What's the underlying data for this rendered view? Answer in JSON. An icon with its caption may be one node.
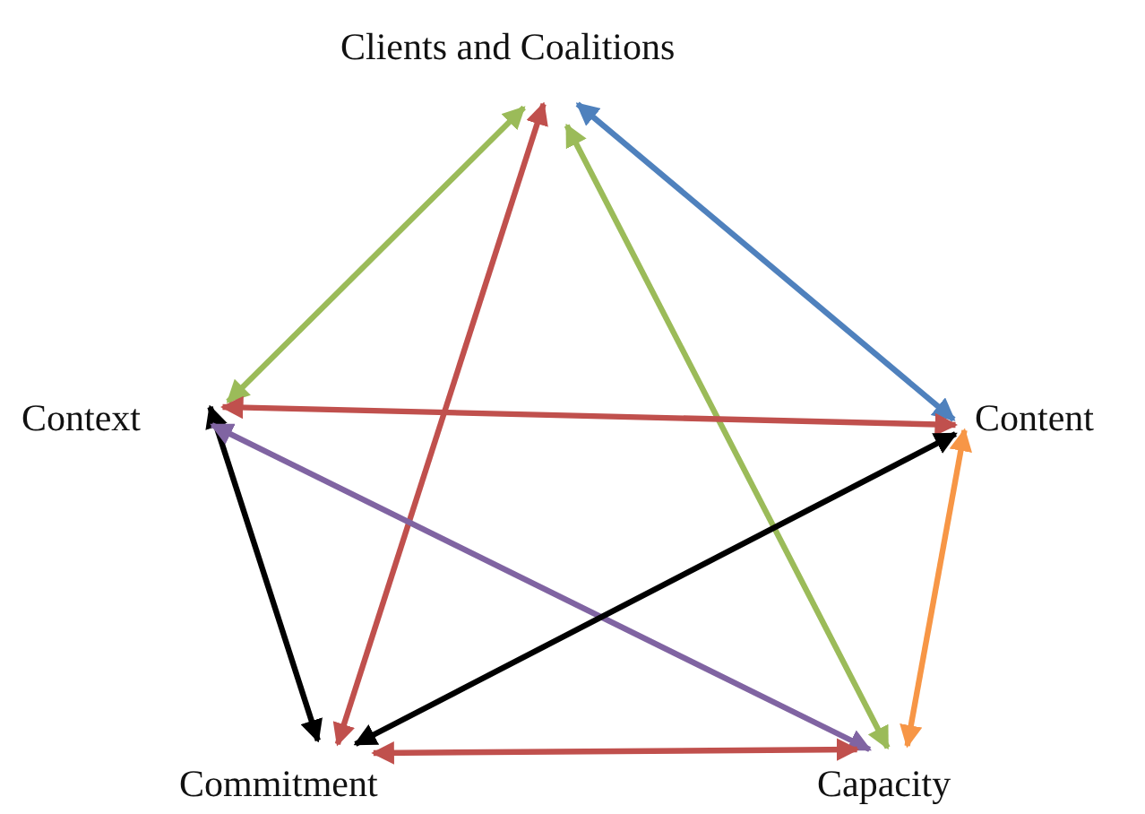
{
  "diagram": {
    "nodes": [
      {
        "text": [
          "Clients and Coalitions"
        ]
      },
      {
        "text": [
          "Context"
        ]
      },
      {
        "text": [
          "Content"
        ]
      },
      {
        "text": [
          "Commitment"
        ]
      },
      {
        "text": [
          "Capacity"
        ]
      }
    ],
    "edges": [
      {
        "from": 0,
        "to": 1,
        "arrow": "both",
        "color": "#9bbb59"
      },
      {
        "from": 0,
        "to": 3,
        "arrow": "both",
        "color": "#c0504d"
      },
      {
        "from": 0,
        "to": 4,
        "arrow": "both",
        "color": "#9bbb59"
      },
      {
        "from": 0,
        "to": 2,
        "arrow": "both",
        "color": "#4f81bd"
      },
      {
        "from": 1,
        "to": 2,
        "arrow": "both",
        "color": "#c0504d"
      },
      {
        "from": 1,
        "to": 3,
        "arrow": "both",
        "color": "#000000"
      },
      {
        "from": 1,
        "to": 4,
        "arrow": "both",
        "color": "#8064a2"
      },
      {
        "from": 3,
        "to": 2,
        "arrow": "both",
        "color": "#000000"
      },
      {
        "from": 3,
        "to": 4,
        "arrow": "both",
        "color": "#c0504d"
      },
      {
        "from": 2,
        "to": 4,
        "arrow": "both",
        "color": "#f79646"
      }
    ]
  }
}
